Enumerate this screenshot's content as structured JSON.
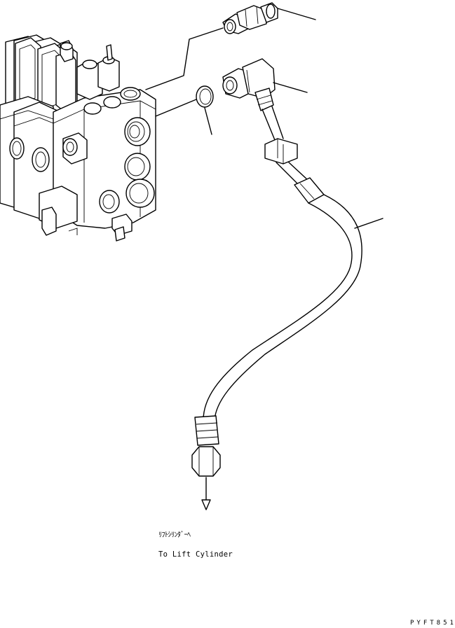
{
  "diagram": {
    "destination_jp": "ﾘﾌﾄｼﾘﾝﾀﾞｰﾍ",
    "destination_en": "To Lift Cylinder",
    "drawing_code": "PYFT851"
  },
  "icons": {
    "control-valve": "multi-spool hydraulic control valve block",
    "straight-connector": "straight threaded connector",
    "o-ring": "o-ring seal",
    "elbow-connector": "90-degree elbow connector",
    "hose": "hydraulic hose",
    "flow-arrow": "downward arrow"
  }
}
